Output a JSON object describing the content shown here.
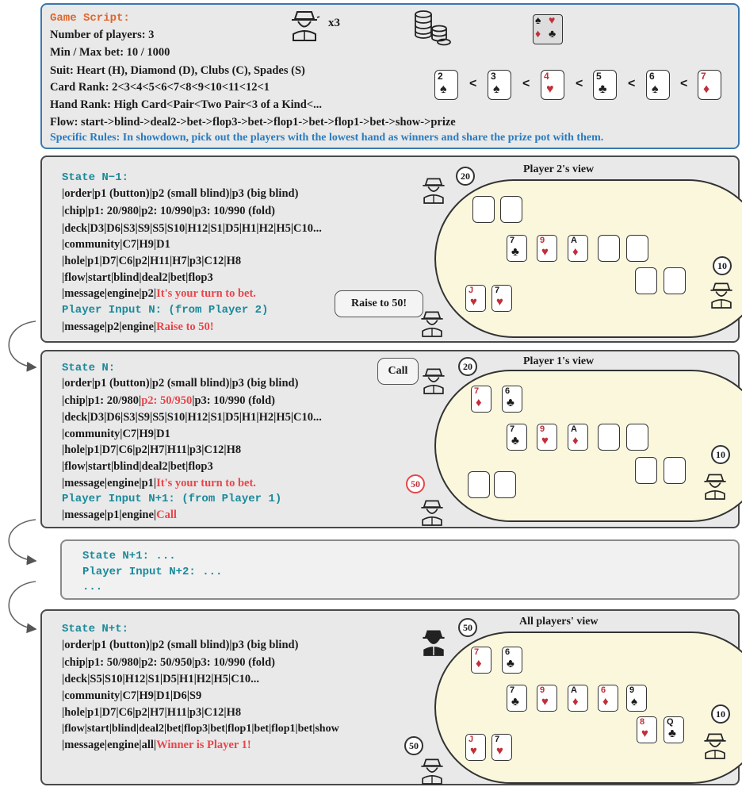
{
  "script": {
    "heading": "Game Script:",
    "players": "Number of players: 3",
    "bet": "Min / Max bet: 10 / 1000",
    "suit": "Suit: Heart (H), Diamond (D), Clubs (C), Spades (S)",
    "card_rank": "Card Rank: 2<3<4<5<6<7<8<9<10<11<12<1",
    "hand_rank": "Hand Rank: High Card<Pair<Two Pair<3 of a Kind<...",
    "flow": "Flow: start->blind->deal2->bet->flop3->bet->flop1->bet->flop1->bet->show->prize",
    "rules": "Specific Rules: In showdown, pick out the players with the lowest hand as winners and share the prize pot with them.",
    "x3": "x3",
    "rank_cards": [
      "2",
      "3",
      "4",
      "5",
      "6",
      "7"
    ],
    "lt": "<"
  },
  "state1": {
    "heading": "State N−1:",
    "order": "|order|p1 (button)|p2 (small blind)|p3 (big blind)",
    "chip": "|chip|p1: 20/980|p2: 10/990|p3: 10/990 (fold)",
    "deck": "|deck|D3|D6|S3|S9|S5|S10|H12|S1|D5|H1|H2|H5|C10...",
    "community": "|community|C7|H9|D1",
    "hole": "|hole|p1|D7|C6|p2|H11|H7|p3|C12|H8",
    "flow": "|flow|start|blind|deal2|bet|flop3",
    "message_prefix": "|message|engine|p2|",
    "message_red": "It's your turn to bet.",
    "input": "Player Input N: (from Player 2)",
    "reply_prefix": "|message|p2|engine|",
    "reply_red": "Raise to 50!",
    "view": "Player 2's view",
    "bubble": "Raise to 50!",
    "chip_top": "20",
    "chip_right": "10",
    "community_cards": [
      "7",
      "9",
      "A"
    ],
    "hand_cards": [
      "J",
      "7"
    ]
  },
  "state2": {
    "heading": "State N:",
    "order": "|order|p1 (button)|p2 (small blind)|p3 (big blind)",
    "chip_a": "|chip|p1: 20/980|",
    "chip_red": "p2: 50/950",
    "chip_b": "|p3: 10/990 (fold)",
    "deck": "|deck|D3|D6|S3|S9|S5|S10|H12|S1|D5|H1|H2|H5|C10...",
    "community": "|community|C7|H9|D1",
    "hole": "|hole|p1|D7|C6|p2|H7|H11|p3|C12|H8",
    "flow": "|flow|start|blind|deal2|bet|flop3",
    "message_prefix": "|message|engine|p1|",
    "message_red": "It's your turn to bet.",
    "input": "Player Input N+1: (from Player 1)",
    "reply_prefix": "|message|p1|engine|",
    "reply_red": "Call",
    "view": "Player 1's view",
    "bubble": "Call",
    "chip_top": "20",
    "chip_right": "10",
    "chip_left": "50",
    "hand_cards": [
      "7",
      "6"
    ],
    "community_cards": [
      "7",
      "9",
      "A"
    ]
  },
  "state3": {
    "line1": "State N+1: ...",
    "line2": "Player Input N+2: ...",
    "line3": "..."
  },
  "state4": {
    "heading": "State N+t:",
    "order": "|order|p1 (button)|p2 (small blind)|p3 (big blind)",
    "chip": "|chip|p1: 50/980|p2: 50/950|p3: 10/990 (fold)",
    "deck": "|deck|S5|S10|H12|S1|D5|H1|H2|H5|C10...",
    "community": "|community|C7|H9|D1|D6|S9",
    "hole": "|hole|p1|D7|C6|p2|H7|H11|p3|C12|H8",
    "flow": "|flow|start|blind|deal2|bet|flop3|bet|flop1|bet|flop1|bet|show",
    "message_prefix": "|message|engine|all|",
    "message_red": "Winner is Player 1!",
    "view": "All players' view",
    "chip_top": "50",
    "chip_right": "10",
    "chip_left": "50",
    "p1_cards": [
      "7",
      "6"
    ],
    "community_cards": [
      "7",
      "9",
      "A",
      "6",
      "9"
    ],
    "p3_cards": [
      "8",
      "Q"
    ],
    "p2_cards": [
      "J",
      "7"
    ]
  }
}
